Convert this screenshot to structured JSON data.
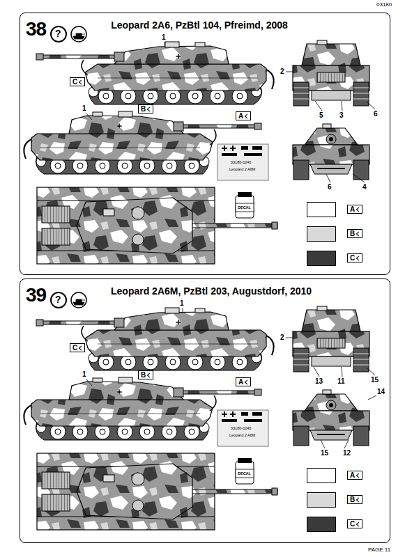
{
  "diagram": {
    "nodes": [
      {
        "text": [
          "38",
          "Leopard 2A6, PzBtl 104, Pfreimd, 2008"
        ]
      },
      {
        "text": [
          "39",
          "Leopard 2A6M, PzBtl 203, Augustdorf, 2010"
        ]
      }
    ],
    "labels": [
      "03180",
      "?",
      "1",
      "C",
      "1",
      "B",
      "A",
      "2",
      "5",
      "3",
      "6",
      "6",
      "4",
      "03180-0240",
      "Leopard 2 A6M",
      "DECAL",
      "?",
      "1",
      "C",
      "1",
      "B",
      "A",
      "2",
      "13",
      "11",
      "15",
      "14",
      "15",
      "12",
      "03180-0240",
      "Leopard 2 A6M",
      "DECAL",
      "PAGE 11"
    ],
    "legend": [
      {
        "text": "A",
        "color": "#ffffff"
      },
      {
        "text": "B",
        "color": "#d9d9d9"
      },
      {
        "text": "C",
        "color": "#3a3a3a"
      },
      {
        "text": "A",
        "color": "#ffffff"
      },
      {
        "text": "B",
        "color": "#d9d9d9"
      },
      {
        "text": "C",
        "color": "#3a3a3a"
      }
    ]
  }
}
